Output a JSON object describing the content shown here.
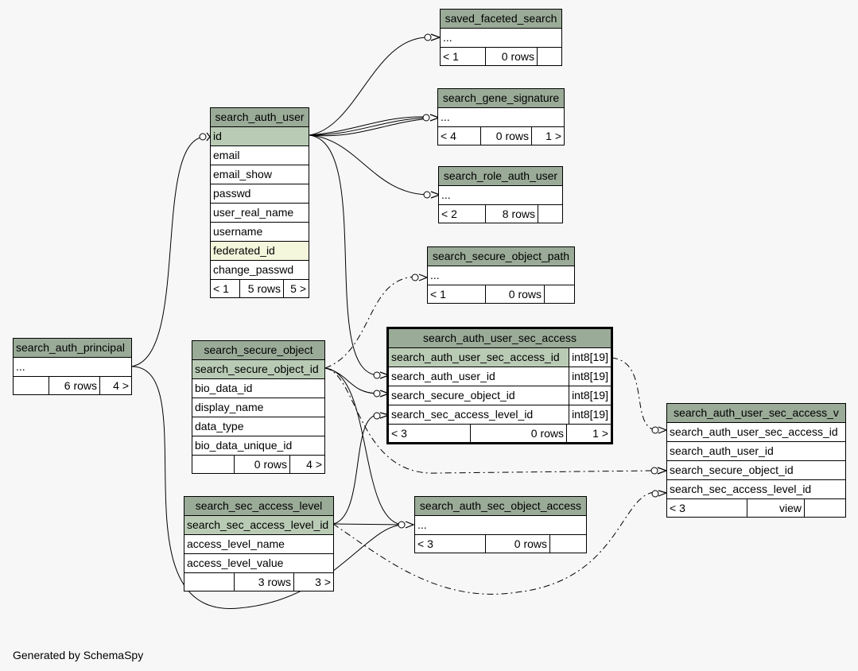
{
  "footer": "Generated by SchemaSpy",
  "tables": {
    "saved_faceted_search": {
      "title": "saved_faceted_search",
      "row": "...",
      "foot": [
        "< 1",
        "0 rows",
        ""
      ]
    },
    "search_gene_signature": {
      "title": "search_gene_signature",
      "row": "...",
      "foot": [
        "< 4",
        "0 rows",
        "1 >"
      ]
    },
    "search_role_auth_user": {
      "title": "search_role_auth_user",
      "row": "...",
      "foot": [
        "< 2",
        "8 rows",
        ""
      ]
    },
    "search_secure_object_path": {
      "title": "search_secure_object_path",
      "row": "...",
      "foot": [
        "< 1",
        "0 rows",
        ""
      ]
    },
    "search_auth_user": {
      "title": "search_auth_user",
      "columns": [
        "id",
        "email",
        "email_show",
        "passwd",
        "user_real_name",
        "username",
        "federated_id",
        "change_passwd"
      ],
      "foot": [
        "< 1",
        "5 rows",
        "5 >"
      ]
    },
    "search_auth_principal": {
      "title": "search_auth_principal",
      "row": "...",
      "foot": [
        "",
        "6 rows",
        "4 >"
      ]
    },
    "search_secure_object": {
      "title": "search_secure_object",
      "columns": [
        "search_secure_object_id",
        "bio_data_id",
        "display_name",
        "data_type",
        "bio_data_unique_id"
      ],
      "foot": [
        "",
        "0 rows",
        "4 >"
      ]
    },
    "search_auth_user_sec_access": {
      "title": "search_auth_user_sec_access",
      "columns": [
        "search_auth_user_sec_access_id",
        "search_auth_user_id",
        "search_secure_object_id",
        "search_sec_access_level_id"
      ],
      "types": [
        "int8[19]",
        "int8[19]",
        "int8[19]",
        "int8[19]"
      ],
      "foot": [
        "< 3",
        "0 rows",
        "1 >"
      ]
    },
    "search_auth_user_sec_access_v": {
      "title": "search_auth_user_sec_access_v",
      "columns": [
        "search_auth_user_sec_access_id",
        "search_auth_user_id",
        "search_secure_object_id",
        "search_sec_access_level_id"
      ],
      "foot": [
        "< 3",
        "view",
        ""
      ]
    },
    "search_sec_access_level": {
      "title": "search_sec_access_level",
      "columns": [
        "search_sec_access_level_id",
        "access_level_name",
        "access_level_value"
      ],
      "foot": [
        "",
        "3 rows",
        "3 >"
      ]
    },
    "search_auth_sec_object_access": {
      "title": "search_auth_sec_object_access",
      "row": "...",
      "foot": [
        "< 3",
        "0 rows",
        ""
      ]
    }
  }
}
